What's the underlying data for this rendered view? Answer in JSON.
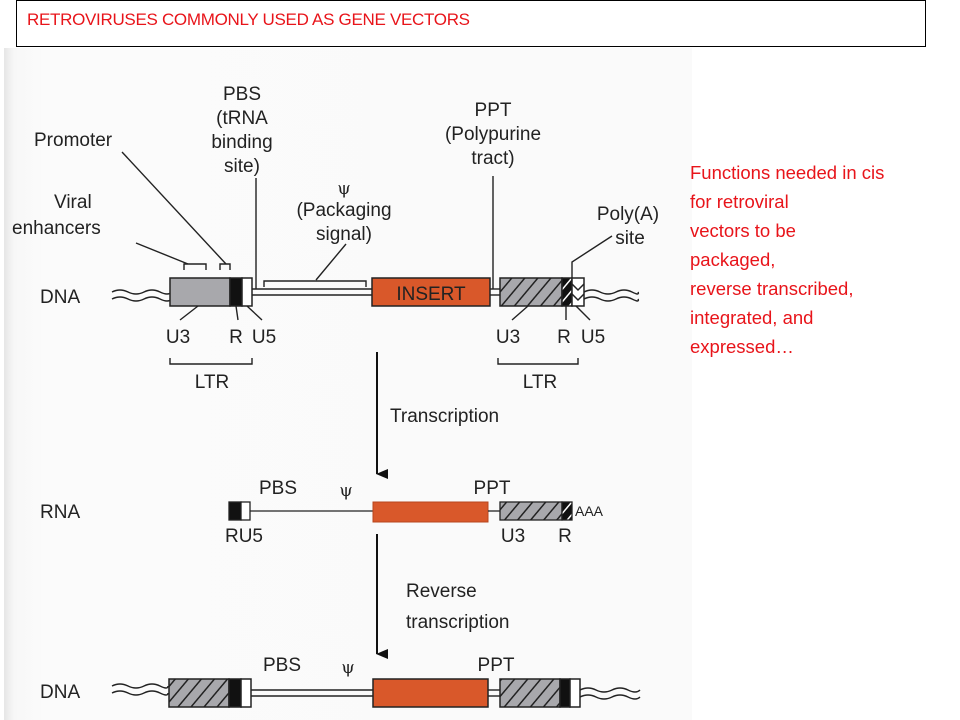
{
  "title": "RETROVIRUSES COMMONLY USED AS GENE VECTORS",
  "side_note": [
    "Functions needed in cis",
    "for retroviral",
    "vectors to be",
    "packaged,",
    "reverse transcribed,",
    "integrated, and",
    "expressed…"
  ],
  "colors": {
    "title_text": "#e8141a",
    "insert_fill": "#d9582a",
    "u3_gray": "#a8a8ac",
    "r_black": "#111111",
    "line": "#222222"
  },
  "diagram": {
    "row1": {
      "label": "DNA",
      "labels": {
        "promoter": "Promoter",
        "enhancers_1": "Viral",
        "enhancers_2": "enhancers",
        "pbs_1": "PBS",
        "pbs_2": "(tRNA",
        "pbs_3": "binding",
        "pbs_4": "site)",
        "psi_symbol": "ψ",
        "psi_1": "(Packaging",
        "psi_2": "signal)",
        "ppt_1": "PPT",
        "ppt_2": "(Polypurine",
        "ppt_3": "tract)",
        "polya_1": "Poly(A)",
        "polya_2": "site",
        "insert": "INSERT",
        "left_u3": "U3",
        "left_r": "R",
        "left_u5": "U5",
        "left_ltr": "LTR",
        "right_u3": "U3",
        "right_r": "R",
        "right_u5": "U5",
        "right_ltr": "LTR"
      }
    },
    "step1": "Transcription",
    "row2": {
      "label": "RNA",
      "pbs": "PBS",
      "psi_symbol": "ψ",
      "ppt": "PPT",
      "ru5": "RU5",
      "u3": "U3",
      "r": "R",
      "polya": "AAA"
    },
    "step2_1": "Reverse",
    "step2_2": "transcription",
    "row3": {
      "label": "DNA",
      "pbs": "PBS",
      "psi_symbol": "ψ",
      "ppt": "PPT"
    }
  }
}
